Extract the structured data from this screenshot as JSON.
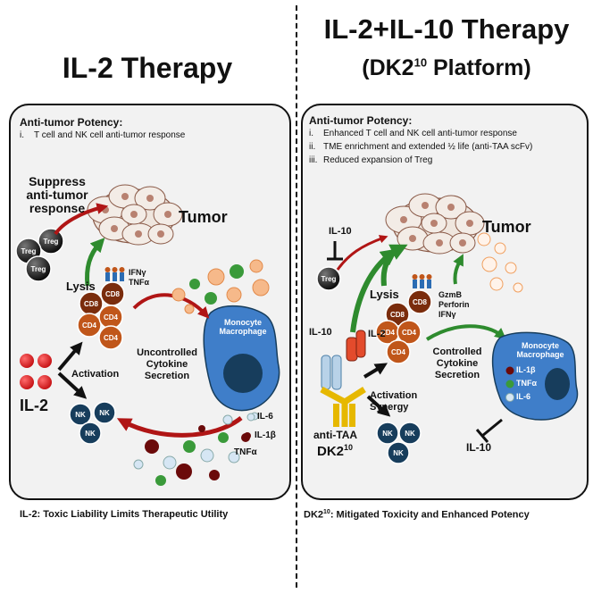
{
  "left": {
    "title": "IL-2 Therapy",
    "potency_title": "Anti-tumor Potency:",
    "potency_items": [
      {
        "num": "i.",
        "text": "T cell and NK cell anti-tumor response"
      }
    ],
    "suppress": [
      "Suppress",
      "anti-tumor",
      "response"
    ],
    "tumor": "Tumor",
    "treg": "Treg",
    "lysis": "Lysis",
    "cytokines_top": [
      "IFNγ",
      "TNFα"
    ],
    "cd8": "CD8",
    "cd4": "CD4",
    "nk": "NK",
    "macrophage": [
      "Monocyte",
      "Macrophage"
    ],
    "uncontrolled": [
      "Uncontrolled",
      "Cytokine",
      "Secretion"
    ],
    "activation": "Activation",
    "il2": "IL-2",
    "il6": "IL-6",
    "il1b": "IL-1β",
    "tnfa": "TNFα",
    "caption": "IL-2: Toxic Liability Limits Therapeutic Utility"
  },
  "right": {
    "title_line1": "IL-2+IL-10 Therapy",
    "title_line2_pre": "(DK2",
    "title_line2_sup": "10",
    "title_line2_post": " Platform)",
    "potency_title": "Anti-tumor Potency:",
    "potency_items": [
      {
        "num": "i.",
        "text": "Enhanced T cell and NK cell anti-tumor response"
      },
      {
        "num": "ii.",
        "text": "TME enrichment and extended ½ life (anti-TAA scFv)"
      },
      {
        "num": "iii.",
        "text": "Reduced expansion of Treg"
      }
    ],
    "il10_top": "IL-10",
    "treg": "Treg",
    "tumor": "Tumor",
    "lysis": "Lysis",
    "cytokines_top": [
      "GzmB",
      "Perforin",
      "IFNγ"
    ],
    "cd8": "CD8",
    "cd4": "CD4",
    "nk": "NK",
    "il10_left": "IL-10",
    "il2": "IL-2",
    "controlled": [
      "Controlled",
      "Cytokine",
      "Secretion"
    ],
    "macrophage": [
      "Monocyte",
      "Macrophage"
    ],
    "mac_legend": [
      "IL-1β",
      "TNFα",
      "IL-6"
    ],
    "activation": [
      "Activation",
      "Synergy"
    ],
    "anti_taa": "anti-TAA",
    "dk2_pre": "DK2",
    "dk2_sup": "10",
    "il10_bottom": "IL-10",
    "caption_pre": "DK2",
    "caption_sup": "10",
    "caption_post": ": Mitigated Toxicity and Enhanced Potency"
  },
  "colors": {
    "cd8": "#7a2c0c",
    "cd4": "#c0561a",
    "nk": "#173d5c",
    "macrophage": "#3f7ec9",
    "il1b": "#6b0a0a",
    "tnfa": "#3a9a3a",
    "il6": "#d6e6f4",
    "il2": "#d8191c",
    "treg": "#111111",
    "arrow_green": "#2e8b2e",
    "arrow_red": "#b01515",
    "peach": "#f6b98a"
  }
}
